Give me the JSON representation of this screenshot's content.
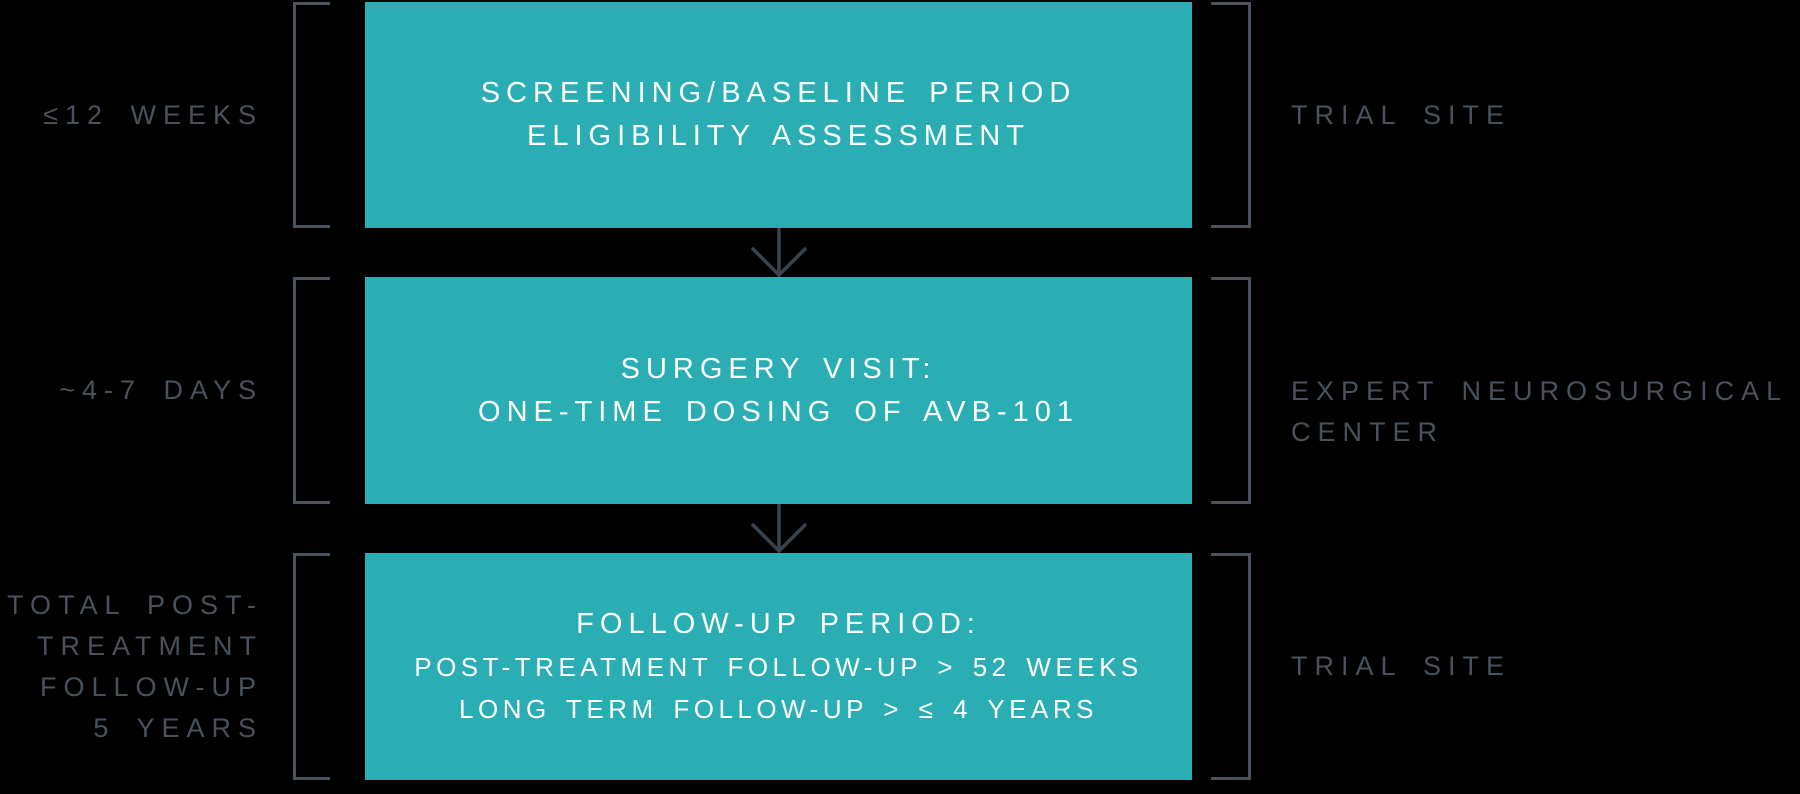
{
  "colors": {
    "background": "#000000",
    "box_fill": "#2BAEB3",
    "box_text": "#FDFFFF",
    "label_text": "#49525C",
    "bracket": "#4A535D",
    "arrow": "#39434E"
  },
  "icons": [
    {
      "name": "down-arrow-icon",
      "meaning": "flow from one trial phase to the next"
    }
  ],
  "rows": [
    {
      "left_label": "≤12 WEEKS",
      "box_lines": [
        "SCREENING/BASELINE PERIOD",
        "ELIGIBILITY ASSESSMENT"
      ],
      "right_label": "TRIAL SITE"
    },
    {
      "left_label": "~4-7 DAYS",
      "box_lines": [
        "SURGERY VISIT:",
        "ONE-TIME DOSING OF AVB-101"
      ],
      "right_label_lines": [
        "EXPERT NEUROSURGICAL",
        "CENTER"
      ]
    },
    {
      "left_label_lines": [
        "TOTAL POST-",
        "TREATMENT",
        "FOLLOW-UP",
        "5 YEARS"
      ],
      "box_lines": [
        "FOLLOW-UP PERIOD:",
        "POST-TREATMENT FOLLOW-UP > 52 WEEKS",
        "LONG TERM FOLLOW-UP > ≤ 4 YEARS"
      ],
      "right_label": "TRIAL SITE"
    }
  ]
}
